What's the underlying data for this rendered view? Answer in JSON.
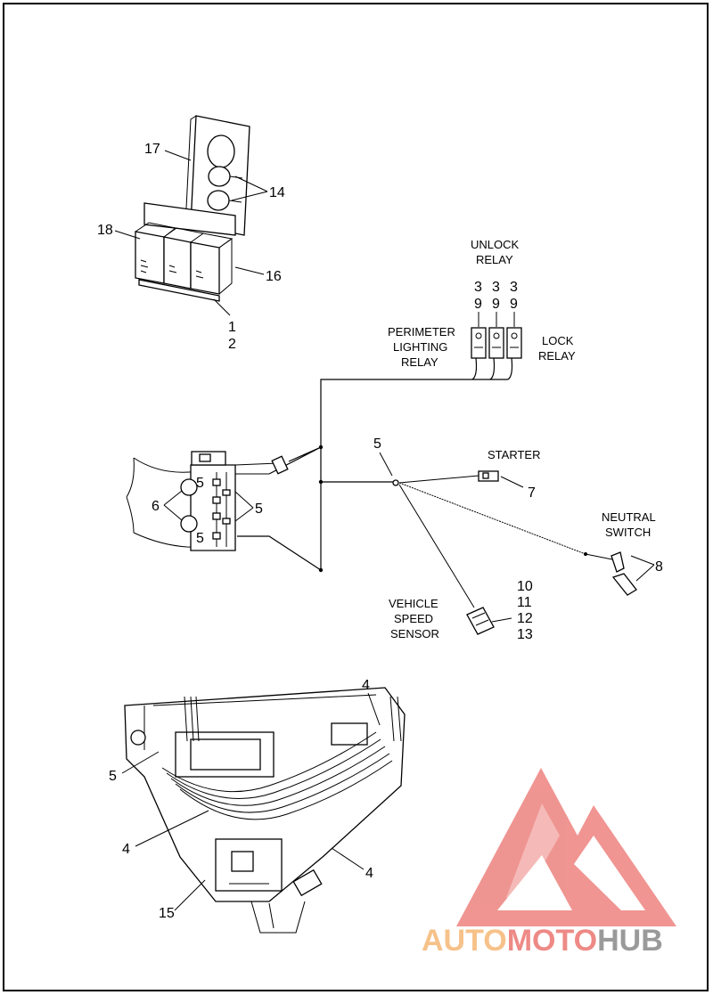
{
  "diagram": {
    "callouts": {
      "c17": "17",
      "c14": "14",
      "c18": "18",
      "c16": "16",
      "c1": "1",
      "c2": "2",
      "c5_top": "5",
      "c7": "7",
      "c8": "8",
      "c10": "10",
      "c11": "11",
      "c12": "12",
      "c13": "13",
      "c6": "6",
      "c5_a": "5",
      "c5_b": "5",
      "c5_c": "5",
      "c4_top": "4",
      "c5_bottom": "5",
      "c4_left": "4",
      "c4_right": "4",
      "c15": "15",
      "c3a": "3",
      "c9a": "9",
      "c3b": "3",
      "c9b": "9",
      "c3c": "3",
      "c9c": "9"
    },
    "captions": {
      "unlock_relay_1": "UNLOCK",
      "unlock_relay_2": "RELAY",
      "perimeter_1": "PERIMETER",
      "perimeter_2": "LIGHTING",
      "perimeter_3": "RELAY",
      "lock_relay_1": "LOCK",
      "lock_relay_2": "RELAY",
      "starter": "STARTER",
      "neutral_1": "NEUTRAL",
      "neutral_2": "SWITCH",
      "vss_1": "VEHICLE",
      "vss_2": "SPEED",
      "vss_3": "SENSOR"
    }
  },
  "watermark": {
    "part_auto": "AUTO",
    "part_moto": "MOTO",
    "part_hub": "HUB",
    "colors": {
      "auto": "#f6c28a",
      "moto": "#ee8a86",
      "hub": "#9a9a9a",
      "logo": "#ee8a86"
    }
  }
}
